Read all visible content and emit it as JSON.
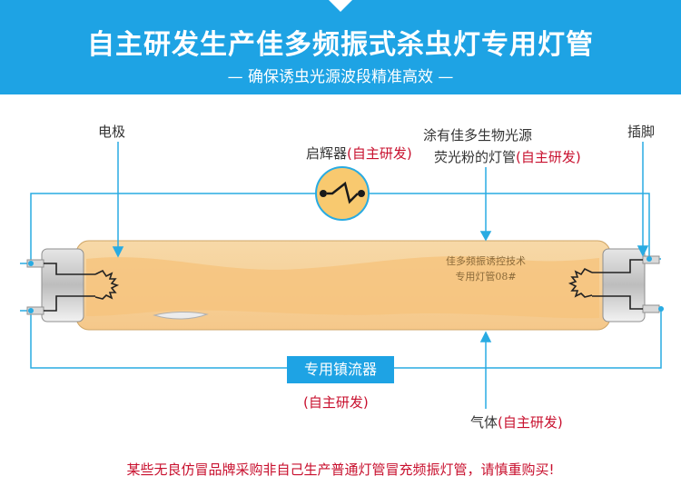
{
  "header": {
    "title": "自主研发生产佳多频振式杀虫灯专用灯管",
    "subtitle": "— 确保诱虫光源波段精准高效 —"
  },
  "diagram": {
    "electrode_label": "电极",
    "starter_label": "启辉器",
    "starter_note": "(自主研发)",
    "phosphor_line1": "涂有佳多生物光源",
    "phosphor_line2": "荧光粉的灯管",
    "phosphor_note": "(自主研发)",
    "pin_label": "插脚",
    "tube_text_line1": "佳多频振诱控技术",
    "tube_text_line2": "专用灯管08#",
    "ballast_label": "专用镇流器",
    "ballast_note": "(自主研发)",
    "gas_label": "气体",
    "gas_note": "(自主研发)"
  },
  "footer": {
    "warning": "某些无良仿冒品牌采购非自己生产普通灯管冒充频振灯管，请慎重购买!"
  },
  "colors": {
    "accent": "#1ea3e4",
    "wire": "#29abe2",
    "warning": "#c8102e",
    "tube_fill": "#f2ba6a"
  }
}
